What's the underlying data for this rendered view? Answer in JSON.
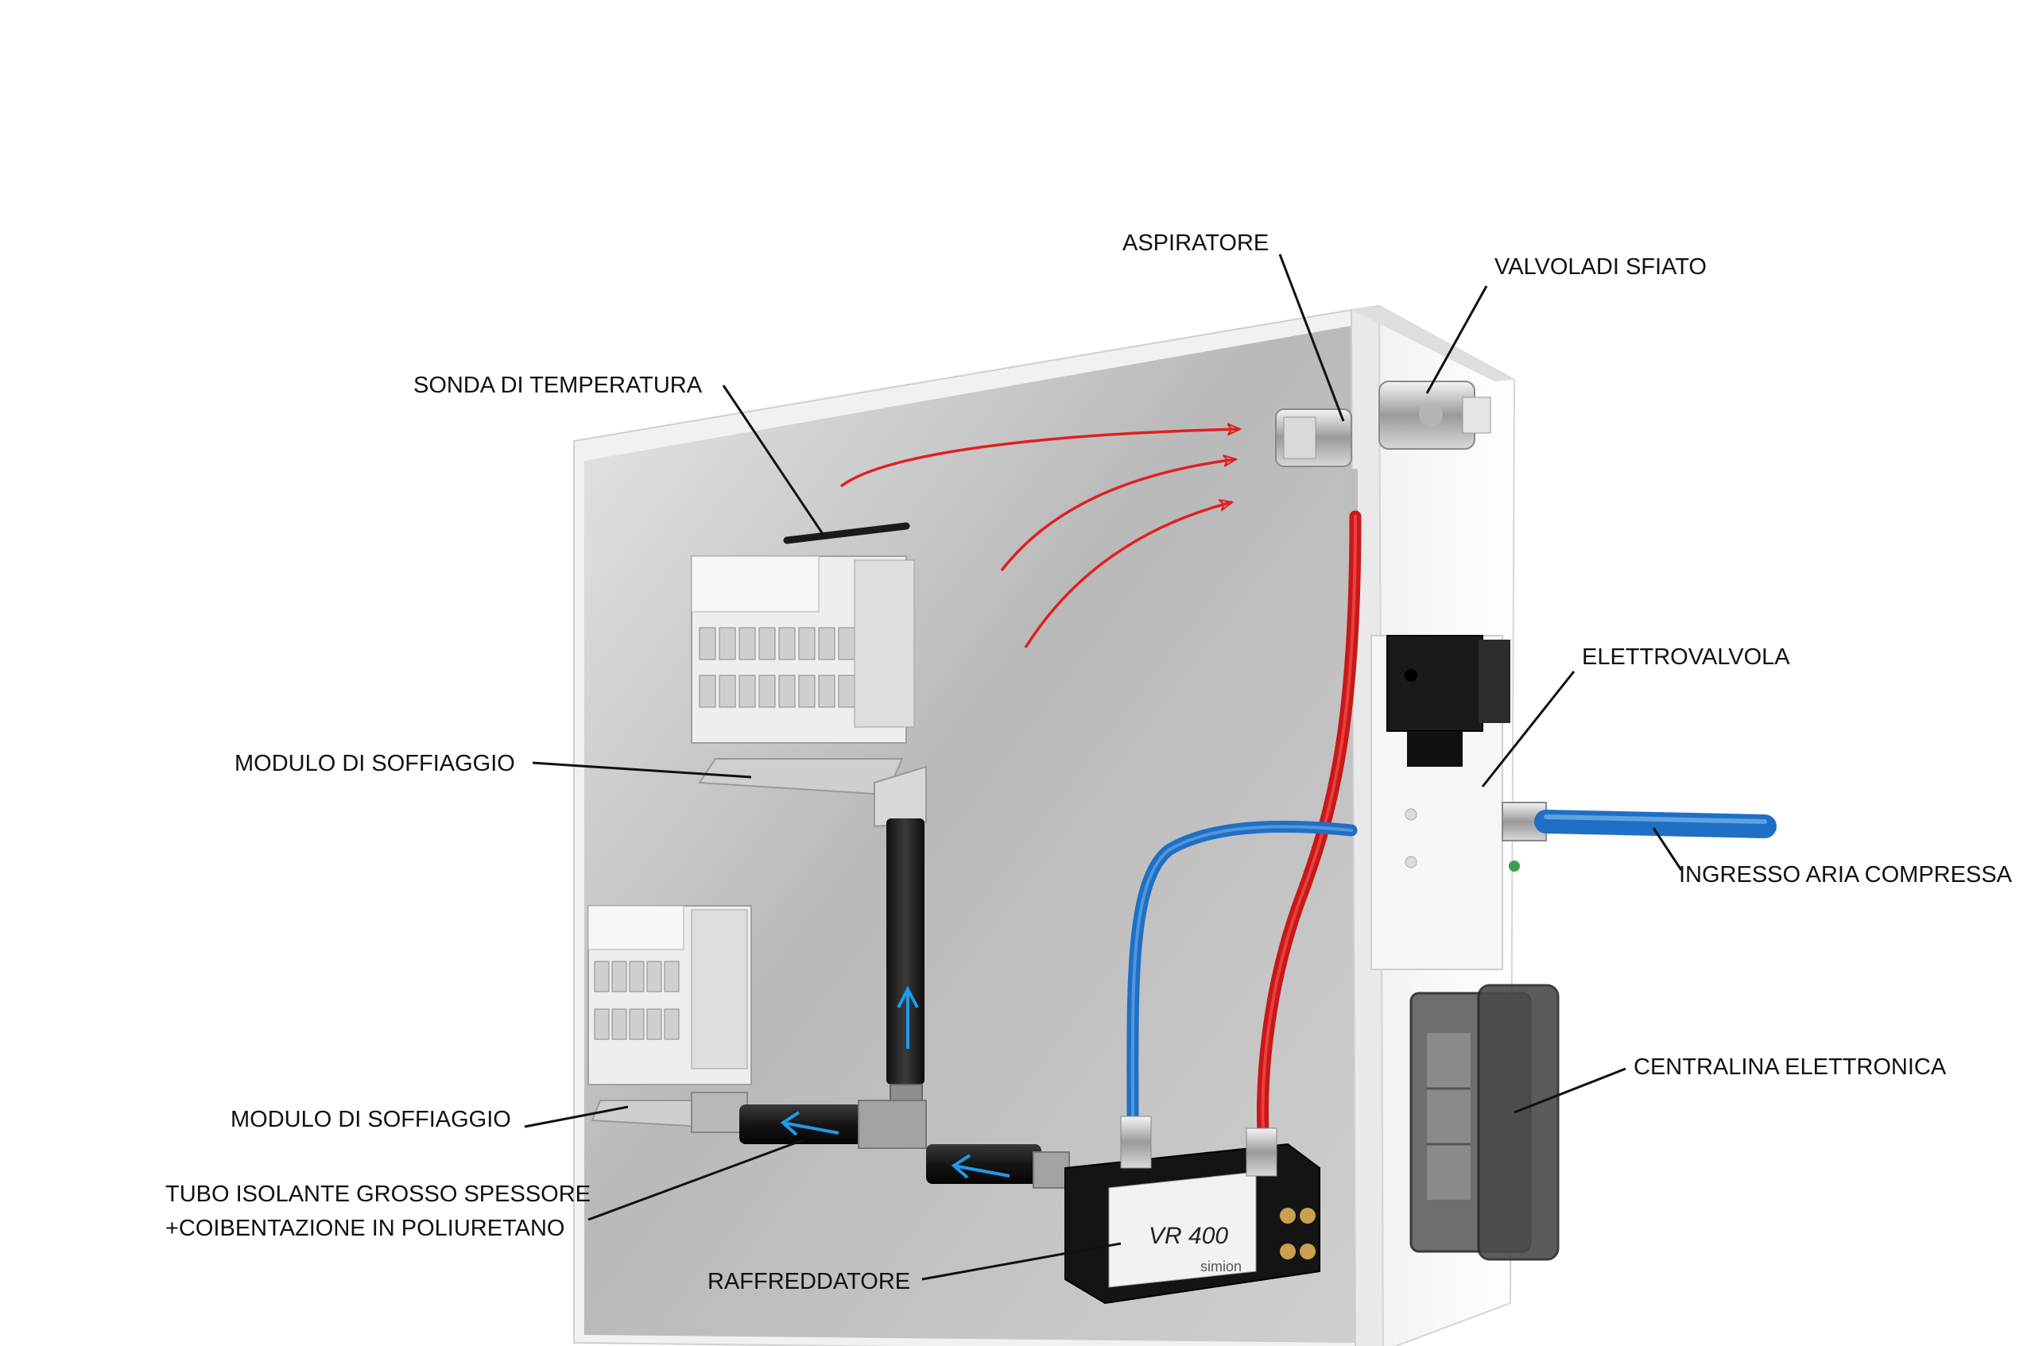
{
  "labels": {
    "aspiratore": "ASPIRATORE",
    "valvola_sfiato": "VALVOLADI SFIATO",
    "sonda_temperatura": "SONDA DI TEMPERATURA",
    "elettrovalvola": "ELETTROVALVOLA",
    "modulo_soffiaggio_top": "MODULO DI SOFFIAGGIO",
    "ingresso_aria": "INGRESSO ARIA COMPRESSA",
    "centralina": "CENTRALINA ELETTRONICA",
    "modulo_soffiaggio_bottom": "MODULO DI SOFFIAGGIO",
    "tubo_line1": "TUBO ISOLANTE GROSSO SPESSORE",
    "tubo_line2": "+COIBENTAZIONE IN POLIURETANO",
    "raffreddatore": "RAFFREDDATORE"
  },
  "device": {
    "model": "VR 400",
    "brand": "simion"
  },
  "colors": {
    "hot_air": "#e02020",
    "cold_air": "#2a7fd4",
    "flow_arrow": "#1e9be8",
    "leader": "#111111"
  }
}
